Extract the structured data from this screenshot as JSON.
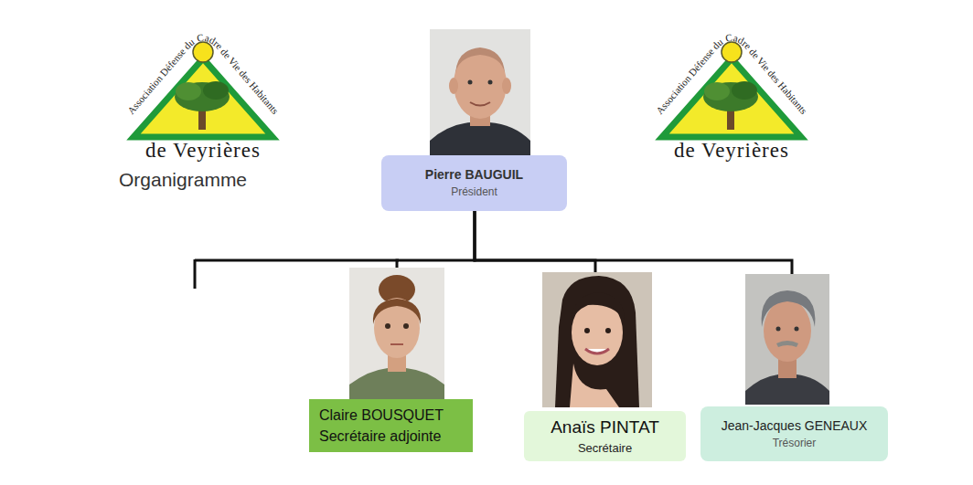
{
  "diagram": {
    "nodes": [
      {
        "text": [
          "Pierre BAUGUIL",
          "Président"
        ]
      },
      {
        "text": [
          "Claire BOUSQUET",
          "Secrétaire adjointe"
        ]
      },
      {
        "text": [
          "Anaïs PINTAT",
          "Secrétaire"
        ]
      },
      {
        "text": [
          "Jean-Jacques GENEAUX",
          "Trésorier"
        ]
      }
    ],
    "edges": [
      {
        "from": 0,
        "to": 1,
        "arrow": "none"
      },
      {
        "from": 0,
        "to": 2,
        "arrow": "none"
      },
      {
        "from": 0,
        "to": 3,
        "arrow": "none"
      }
    ],
    "labels": [
      "Association Défense du Cadre de Vie des Habitants",
      "de Veyrières",
      "Organigramme",
      "Association Défense du Cadre de Vie des Habitants",
      "de Veyrières"
    ]
  }
}
